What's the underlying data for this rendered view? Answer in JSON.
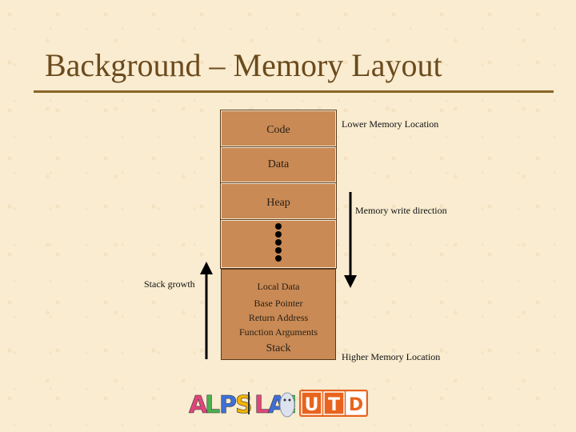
{
  "title": "Background – Memory Layout",
  "blocks": {
    "code": "Code",
    "data": "Data",
    "heap": "Heap",
    "stack_items": [
      "Local Data",
      "Base Pointer",
      "Return Address",
      "Function Arguments"
    ],
    "stack": "Stack"
  },
  "labels": {
    "lower": "Lower Memory Location",
    "write_dir": "Memory write direction",
    "higher": "Higher Memory Location",
    "stack_growth": "Stack growth"
  },
  "logos": {
    "alps": "ALPS LAB",
    "utd": "UTD"
  },
  "colors": {
    "title": "#6b4a1d",
    "block_fill": "#c98a55",
    "rule": "#8a6528"
  }
}
